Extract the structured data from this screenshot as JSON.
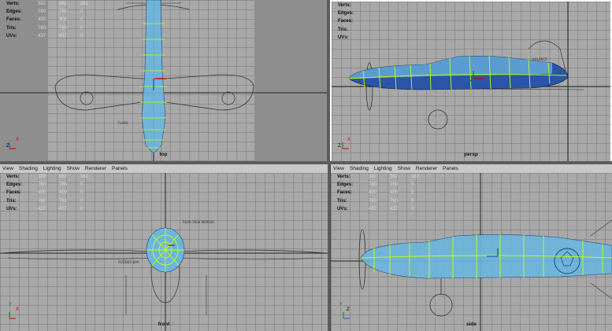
{
  "menu": {
    "view": "View",
    "shading": "Shading",
    "lighting": "Lighting",
    "show": "Show",
    "renderer": "Renderer",
    "panels": "Panels"
  },
  "hud": {
    "labels": {
      "verts": "Verts:",
      "edges": "Edges:",
      "faces": "Faces:",
      "tris": "Tris:",
      "uvs": "UVs:"
    },
    "values": {
      "verts": [
        "382",
        "382",
        "382"
      ],
      "edges": [
        "780",
        "780",
        "0"
      ],
      "faces": [
        "400",
        "400",
        "0"
      ],
      "tris": [
        "760",
        "760",
        "0"
      ],
      "uvs": [
        "437",
        "437",
        "0"
      ]
    }
  },
  "cameras": {
    "top": "top",
    "persp": "persp",
    "front": "front",
    "side": "side"
  },
  "axes": {
    "x": "X",
    "y": "Y",
    "z": "Z"
  },
  "colors": {
    "grid_bg": "#a8a8a8",
    "mesh": "#5fb4e0",
    "mesh_dark": "#1e3d7a",
    "vertex": "#c8ff00",
    "active_border": "#ffffff"
  }
}
